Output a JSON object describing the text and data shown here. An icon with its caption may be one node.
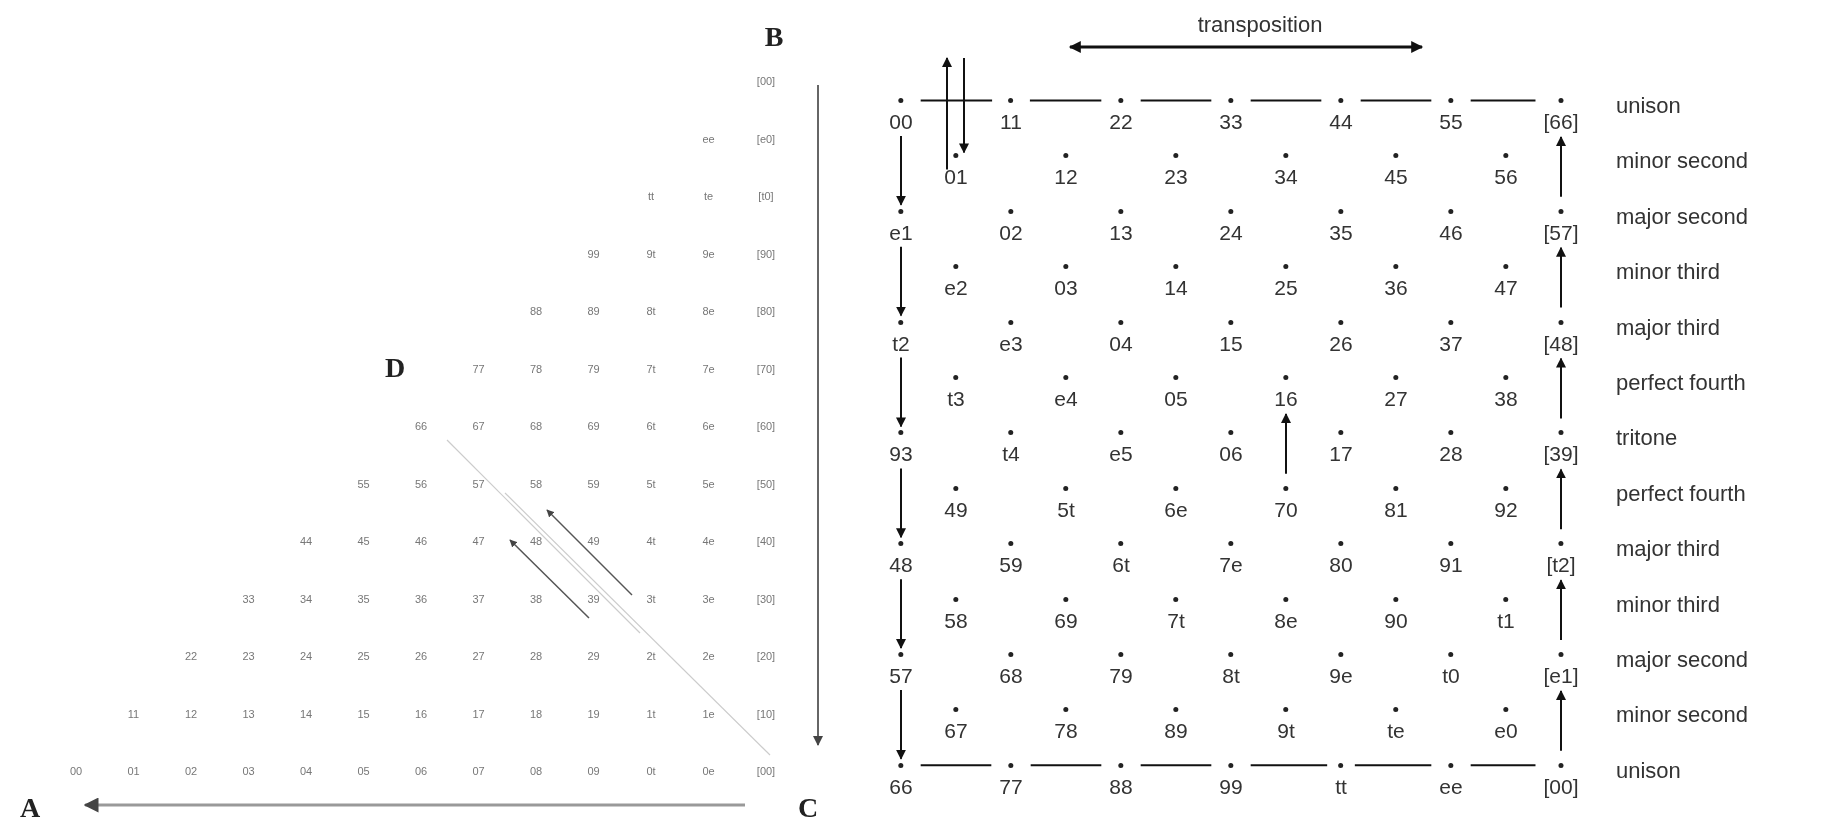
{
  "diagram": {
    "nodes": [
      {
        "text": [
          "00"
        ]
      },
      {
        "text": [
          "11"
        ]
      },
      {
        "text": [
          "22"
        ]
      },
      {
        "text": [
          "33"
        ]
      },
      {
        "text": [
          "44"
        ]
      },
      {
        "text": [
          "55"
        ]
      },
      {
        "text": [
          "[66]"
        ]
      },
      {
        "text": [
          "01"
        ]
      },
      {
        "text": [
          "12"
        ]
      },
      {
        "text": [
          "23"
        ]
      },
      {
        "text": [
          "34"
        ]
      },
      {
        "text": [
          "45"
        ]
      },
      {
        "text": [
          "56"
        ]
      },
      {
        "text": [
          "e1"
        ]
      },
      {
        "text": [
          "02"
        ]
      },
      {
        "text": [
          "13"
        ]
      },
      {
        "text": [
          "24"
        ]
      },
      {
        "text": [
          "35"
        ]
      },
      {
        "text": [
          "46"
        ]
      },
      {
        "text": [
          "[57]"
        ]
      },
      {
        "text": [
          "e2"
        ]
      },
      {
        "text": [
          "03"
        ]
      },
      {
        "text": [
          "14"
        ]
      },
      {
        "text": [
          "25"
        ]
      },
      {
        "text": [
          "36"
        ]
      },
      {
        "text": [
          "47"
        ]
      },
      {
        "text": [
          "t2"
        ]
      },
      {
        "text": [
          "e3"
        ]
      },
      {
        "text": [
          "04"
        ]
      },
      {
        "text": [
          "15"
        ]
      },
      {
        "text": [
          "26"
        ]
      },
      {
        "text": [
          "37"
        ]
      },
      {
        "text": [
          "[48]"
        ]
      },
      {
        "text": [
          "t3"
        ]
      },
      {
        "text": [
          "e4"
        ]
      },
      {
        "text": [
          "05"
        ]
      },
      {
        "text": [
          "16"
        ]
      },
      {
        "text": [
          "27"
        ]
      },
      {
        "text": [
          "38"
        ]
      },
      {
        "text": [
          "93"
        ]
      },
      {
        "text": [
          "t4"
        ]
      },
      {
        "text": [
          "e5"
        ]
      },
      {
        "text": [
          "06"
        ]
      },
      {
        "text": [
          "17"
        ]
      },
      {
        "text": [
          "28"
        ]
      },
      {
        "text": [
          "[39]"
        ]
      },
      {
        "text": [
          "49"
        ]
      },
      {
        "text": [
          "5t"
        ]
      },
      {
        "text": [
          "6e"
        ]
      },
      {
        "text": [
          "70"
        ]
      },
      {
        "text": [
          "81"
        ]
      },
      {
        "text": [
          "92"
        ]
      },
      {
        "text": [
          "48"
        ]
      },
      {
        "text": [
          "59"
        ]
      },
      {
        "text": [
          "6t"
        ]
      },
      {
        "text": [
          "7e"
        ]
      },
      {
        "text": [
          "80"
        ]
      },
      {
        "text": [
          "91"
        ]
      },
      {
        "text": [
          "[t2]"
        ]
      },
      {
        "text": [
          "58"
        ]
      },
      {
        "text": [
          "69"
        ]
      },
      {
        "text": [
          "7t"
        ]
      },
      {
        "text": [
          "8e"
        ]
      },
      {
        "text": [
          "90"
        ]
      },
      {
        "text": [
          "t1"
        ]
      },
      {
        "text": [
          "57"
        ]
      },
      {
        "text": [
          "68"
        ]
      },
      {
        "text": [
          "79"
        ]
      },
      {
        "text": [
          "8t"
        ]
      },
      {
        "text": [
          "9e"
        ]
      },
      {
        "text": [
          "t0"
        ]
      },
      {
        "text": [
          "[e1]"
        ]
      },
      {
        "text": [
          "67"
        ]
      },
      {
        "text": [
          "78"
        ]
      },
      {
        "text": [
          "89"
        ]
      },
      {
        "text": [
          "9t"
        ]
      },
      {
        "text": [
          "te"
        ]
      },
      {
        "text": [
          "e0"
        ]
      },
      {
        "text": [
          "66"
        ]
      },
      {
        "text": [
          "77"
        ]
      },
      {
        "text": [
          "88"
        ]
      },
      {
        "text": [
          "99"
        ]
      },
      {
        "text": [
          "tt"
        ]
      },
      {
        "text": [
          "ee"
        ]
      },
      {
        "text": [
          "[00]"
        ]
      }
    ],
    "edges": [
      {
        "from": 0,
        "to": 13,
        "arrow": "to"
      },
      {
        "from": 13,
        "to": 26,
        "arrow": "to"
      },
      {
        "from": 26,
        "to": 39,
        "arrow": "to"
      },
      {
        "from": 39,
        "to": 52,
        "arrow": "to"
      },
      {
        "from": 52,
        "to": 65,
        "arrow": "to"
      },
      {
        "from": 65,
        "to": 78,
        "arrow": "to"
      },
      {
        "from": 84,
        "to": 71,
        "arrow": "to"
      },
      {
        "from": 71,
        "to": 58,
        "arrow": "to"
      },
      {
        "from": 58,
        "to": 45,
        "arrow": "to"
      },
      {
        "from": 45,
        "to": 32,
        "arrow": "to"
      },
      {
        "from": 32,
        "to": 19,
        "arrow": "to"
      },
      {
        "from": 19,
        "to": 6,
        "arrow": "to"
      },
      {
        "from": 49,
        "to": 36,
        "arrow": "to"
      },
      {
        "from": 7,
        "to": null,
        "arrow": "to"
      },
      {
        "from": null,
        "to": 7,
        "arrow": "to"
      },
      {
        "from": 0,
        "to": 1,
        "arrow": "none"
      },
      {
        "from": 1,
        "to": 2,
        "arrow": "none"
      },
      {
        "from": 2,
        "to": 3,
        "arrow": "none"
      },
      {
        "from": 3,
        "to": 4,
        "arrow": "none"
      },
      {
        "from": 4,
        "to": 5,
        "arrow": "none"
      },
      {
        "from": 5,
        "to": 6,
        "arrow": "none"
      },
      {
        "from": 78,
        "to": 79,
        "arrow": "none"
      },
      {
        "from": 79,
        "to": 80,
        "arrow": "none"
      },
      {
        "from": 80,
        "to": 81,
        "arrow": "none"
      },
      {
        "from": 81,
        "to": 82,
        "arrow": "none"
      },
      {
        "from": 82,
        "to": 83,
        "arrow": "none"
      },
      {
        "from": 83,
        "to": 84,
        "arrow": "none"
      }
    ],
    "labels": [
      "B",
      "[00]",
      "ee",
      "[e0]",
      "tt",
      "te",
      "[t0]",
      "99",
      "9t",
      "9e",
      "[90]",
      "88",
      "89",
      "8t",
      "8e",
      "[80]",
      "D",
      "77",
      "78",
      "79",
      "7t",
      "7e",
      "[70]",
      "66",
      "67",
      "68",
      "69",
      "6t",
      "6e",
      "[60]",
      "55",
      "56",
      "57",
      "58",
      "59",
      "5t",
      "5e",
      "[50]",
      "44",
      "45",
      "46",
      "47",
      "48",
      "49",
      "4t",
      "4e",
      "[40]",
      "33",
      "34",
      "35",
      "36",
      "37",
      "38",
      "39",
      "3t",
      "3e",
      "[30]",
      "22",
      "23",
      "24",
      "25",
      "26",
      "27",
      "28",
      "29",
      "2t",
      "2e",
      "[20]",
      "11",
      "12",
      "13",
      "14",
      "15",
      "16",
      "17",
      "18",
      "19",
      "1t",
      "1e",
      "[10]",
      "00",
      "01",
      "02",
      "03",
      "04",
      "05",
      "06",
      "07",
      "08",
      "09",
      "0t",
      "0e",
      "[00]",
      "A",
      "C",
      "transposition",
      "unison",
      "minor second",
      "major second",
      "minor third",
      "major third",
      "perfect fourth",
      "tritone",
      "perfect fourth",
      "major third",
      "minor third",
      "major second",
      "minor second",
      "unison"
    ]
  }
}
